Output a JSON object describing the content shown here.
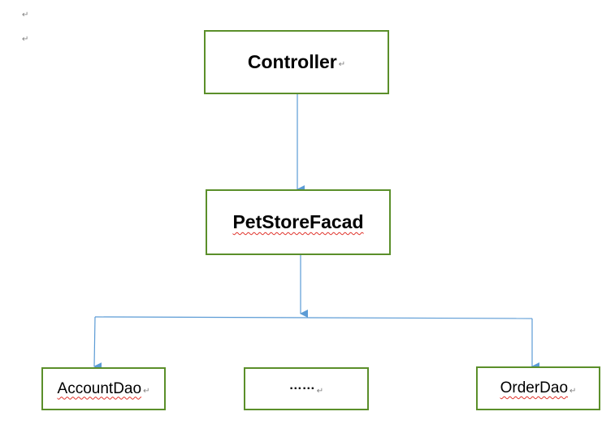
{
  "para_mark": "↵",
  "colors": {
    "box_border": "#5b8f2a",
    "connector": "#5b9bd5",
    "spellcheck": "#e0322a"
  },
  "nodes": {
    "controller": "Controller",
    "facade": "PetStoreFacad",
    "account_dao": "AccountDao",
    "ellipsis": "……",
    "order_dao": "OrderDao"
  }
}
